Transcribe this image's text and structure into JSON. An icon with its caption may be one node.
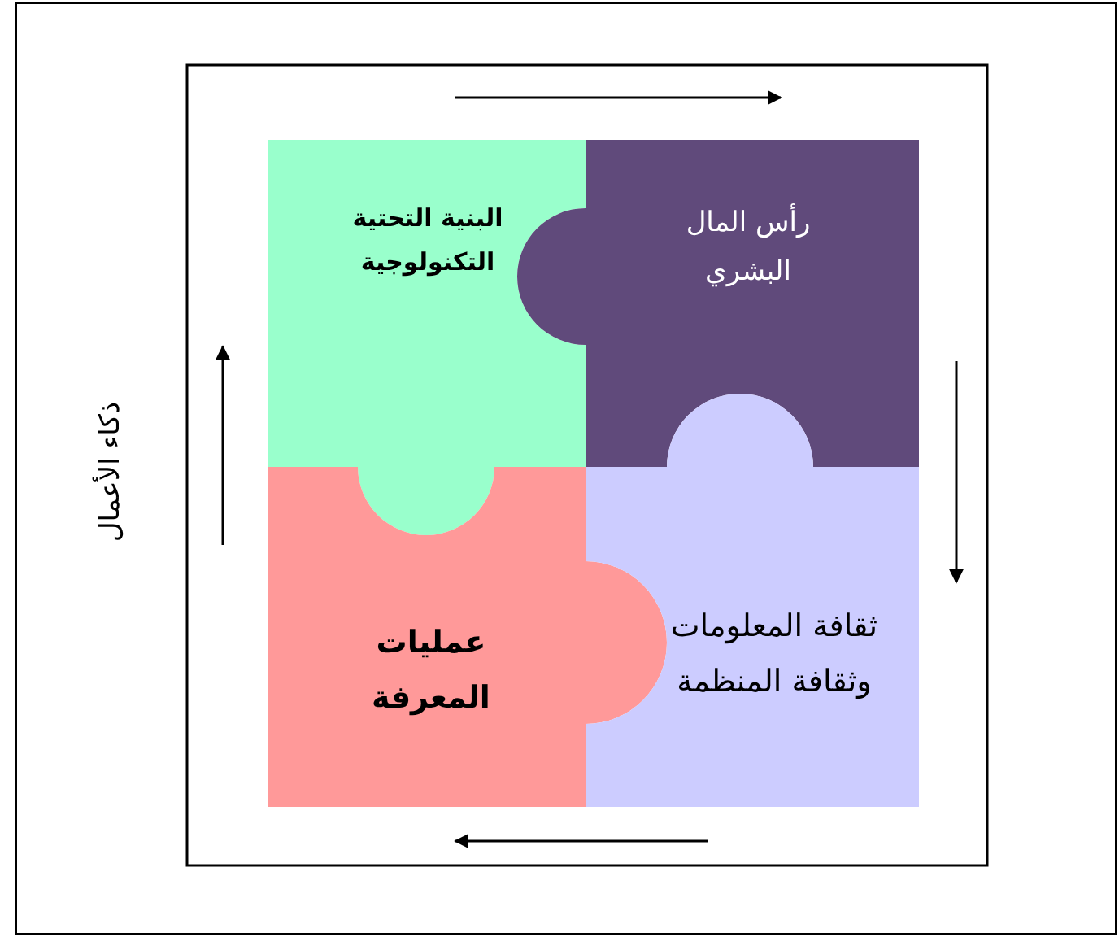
{
  "diagram": {
    "nodes": [
      {
        "text": [
          "البنية التحتية التكنولوجية"
        ]
      },
      {
        "text": [
          "رأس المال البشري"
        ]
      },
      {
        "text": [
          "عمليات المعرفة"
        ]
      },
      {
        "text": [
          "ثقافة المعلومات وثقافة المنظمة"
        ]
      }
    ],
    "edges": [],
    "labels": [
      "ذكاء الأعمال"
    ]
  }
}
